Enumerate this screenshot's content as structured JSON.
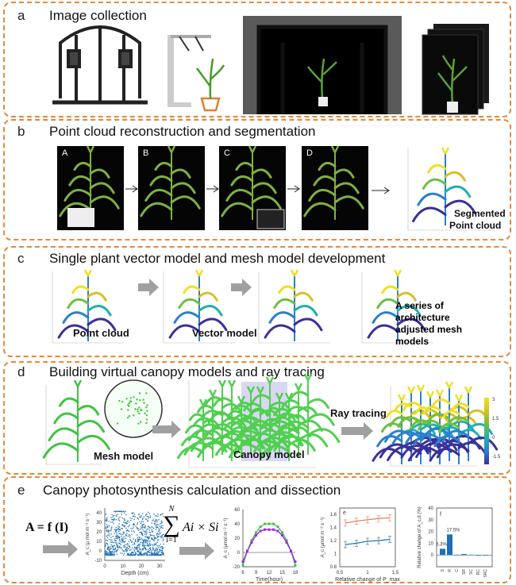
{
  "panels": {
    "a": {
      "letter": "a",
      "title": "Image collection"
    },
    "b": {
      "letter": "b",
      "title": "Point cloud reconstruction and segmentation",
      "steps": [
        "A",
        "B",
        "C",
        "D"
      ],
      "result_label_1": "Segmented",
      "result_label_2": "Point cloud"
    },
    "c": {
      "letter": "c",
      "title": "Single plant vector model and mesh model development",
      "point_cloud": "Point cloud",
      "vector_model": "Vector model",
      "series_1": "A series of",
      "series_2": "architecture",
      "series_3": "adjusted mesh",
      "series_4": "models"
    },
    "d": {
      "letter": "d",
      "title": "Building virtual canopy models and ray tracing",
      "mesh_model": "Mesh model",
      "canopy_model": "Canopy model",
      "ray_tracing": "Ray tracing",
      "colorbar_ticks": [
        "3",
        "1.5",
        "0",
        "-1.5"
      ]
    },
    "e": {
      "letter": "e",
      "title": "Canopy photosynthesis calculation and dissection",
      "formula_left": "A = f (I)",
      "sum_top": "N",
      "sum_bottom": "i=1",
      "sum_body": "Ai × Si"
    }
  },
  "colors": {
    "border": "#e8883a",
    "green": "#3fc43f",
    "purple": "#a020f0",
    "blue": "#1f6fb4",
    "orange": "#e07a50",
    "arrow": "#a0a0a0"
  },
  "chart_data": [
    {
      "type": "scatter",
      "xlabel": "Depth (cm)",
      "ylabel": "A_c (μ mol m⁻² s⁻¹)",
      "xlim": [
        0,
        33
      ],
      "ylim": [
        -10,
        45
      ],
      "xticks": [
        "0",
        "10",
        "20",
        "30"
      ],
      "yticks": [
        "-10",
        "0",
        "10",
        "20",
        "30",
        "40"
      ],
      "color": "#1f6fb4"
    },
    {
      "type": "line",
      "xlabel": "Time(hour)",
      "ylabel": "A_c (μmol m⁻² s⁻¹)",
      "xlim": [
        6,
        18
      ],
      "ylim": [
        -20,
        60
      ],
      "xticks": [
        "6",
        "9",
        "12",
        "15",
        "18"
      ],
      "yticks": [
        "-20",
        "0",
        "20",
        "40",
        "60"
      ],
      "x": [
        6,
        7,
        8,
        9,
        10,
        11,
        12,
        13,
        14,
        15,
        16,
        17,
        18
      ],
      "series": [
        {
          "name": "green",
          "color": "#3fc43f",
          "values": [
            -18,
            2,
            17,
            28,
            36,
            40,
            40,
            40,
            36,
            28,
            17,
            2,
            -18
          ]
        },
        {
          "name": "purple",
          "color": "#a020f0",
          "values": [
            -13,
            2,
            14,
            24,
            30,
            32,
            32,
            32,
            30,
            24,
            14,
            2,
            -13
          ]
        }
      ]
    },
    {
      "type": "line",
      "panel_tag": "e",
      "xlabel": "Relative change of P_max",
      "ylabel": "A_c (μmol m⁻² s⁻¹)",
      "xlim": [
        0.5,
        1.5
      ],
      "ylim": [
        0.8,
        1.7
      ],
      "xticks": [
        "0.5",
        "1",
        "1.5"
      ],
      "yticks": [
        "0.8",
        "1",
        "1.2",
        "1.4",
        "1.6"
      ],
      "x": [
        0.6,
        0.8,
        1.0,
        1.2,
        1.4
      ],
      "series": [
        {
          "name": "upper",
          "color": "#e07a50",
          "values": [
            1.47,
            1.5,
            1.52,
            1.54,
            1.55
          ]
        },
        {
          "name": "lower",
          "color": "#1f6fb4",
          "values": [
            1.14,
            1.16,
            1.19,
            1.2,
            1.22
          ]
        }
      ]
    },
    {
      "type": "bar",
      "panel_tag": "f",
      "ylabel": "Relative change of A_c,d (%)",
      "ylim": [
        -10,
        40
      ],
      "yticks": [
        "0",
        "10",
        "20",
        "30",
        "40"
      ],
      "categories": [
        "S",
        "R",
        "C",
        "SR",
        "SC",
        "RC",
        "SRC"
      ],
      "values": [
        5.3,
        17.5,
        0.2,
        0.8,
        0.3,
        0.1,
        0.1
      ],
      "data_labels": [
        "5.3%",
        "17.5%"
      ],
      "color": "#1f6fb4"
    }
  ]
}
